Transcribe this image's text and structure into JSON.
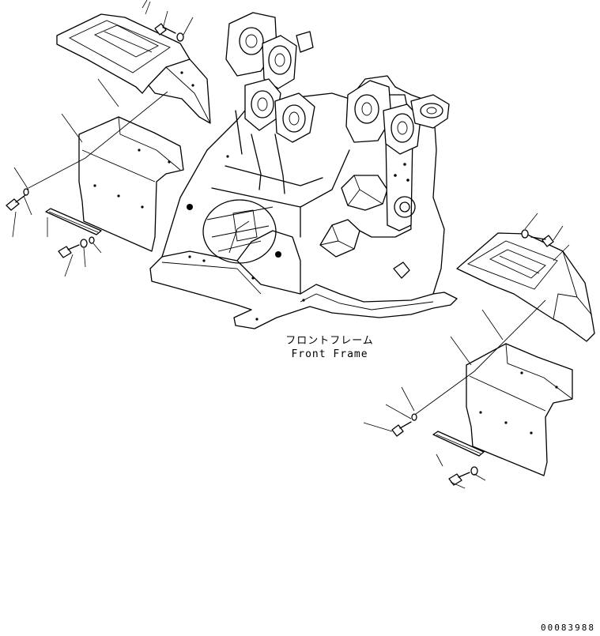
{
  "caption": {
    "japanese": "フロントフレーム",
    "english": "Front Frame"
  },
  "drawing_number": "00083988"
}
